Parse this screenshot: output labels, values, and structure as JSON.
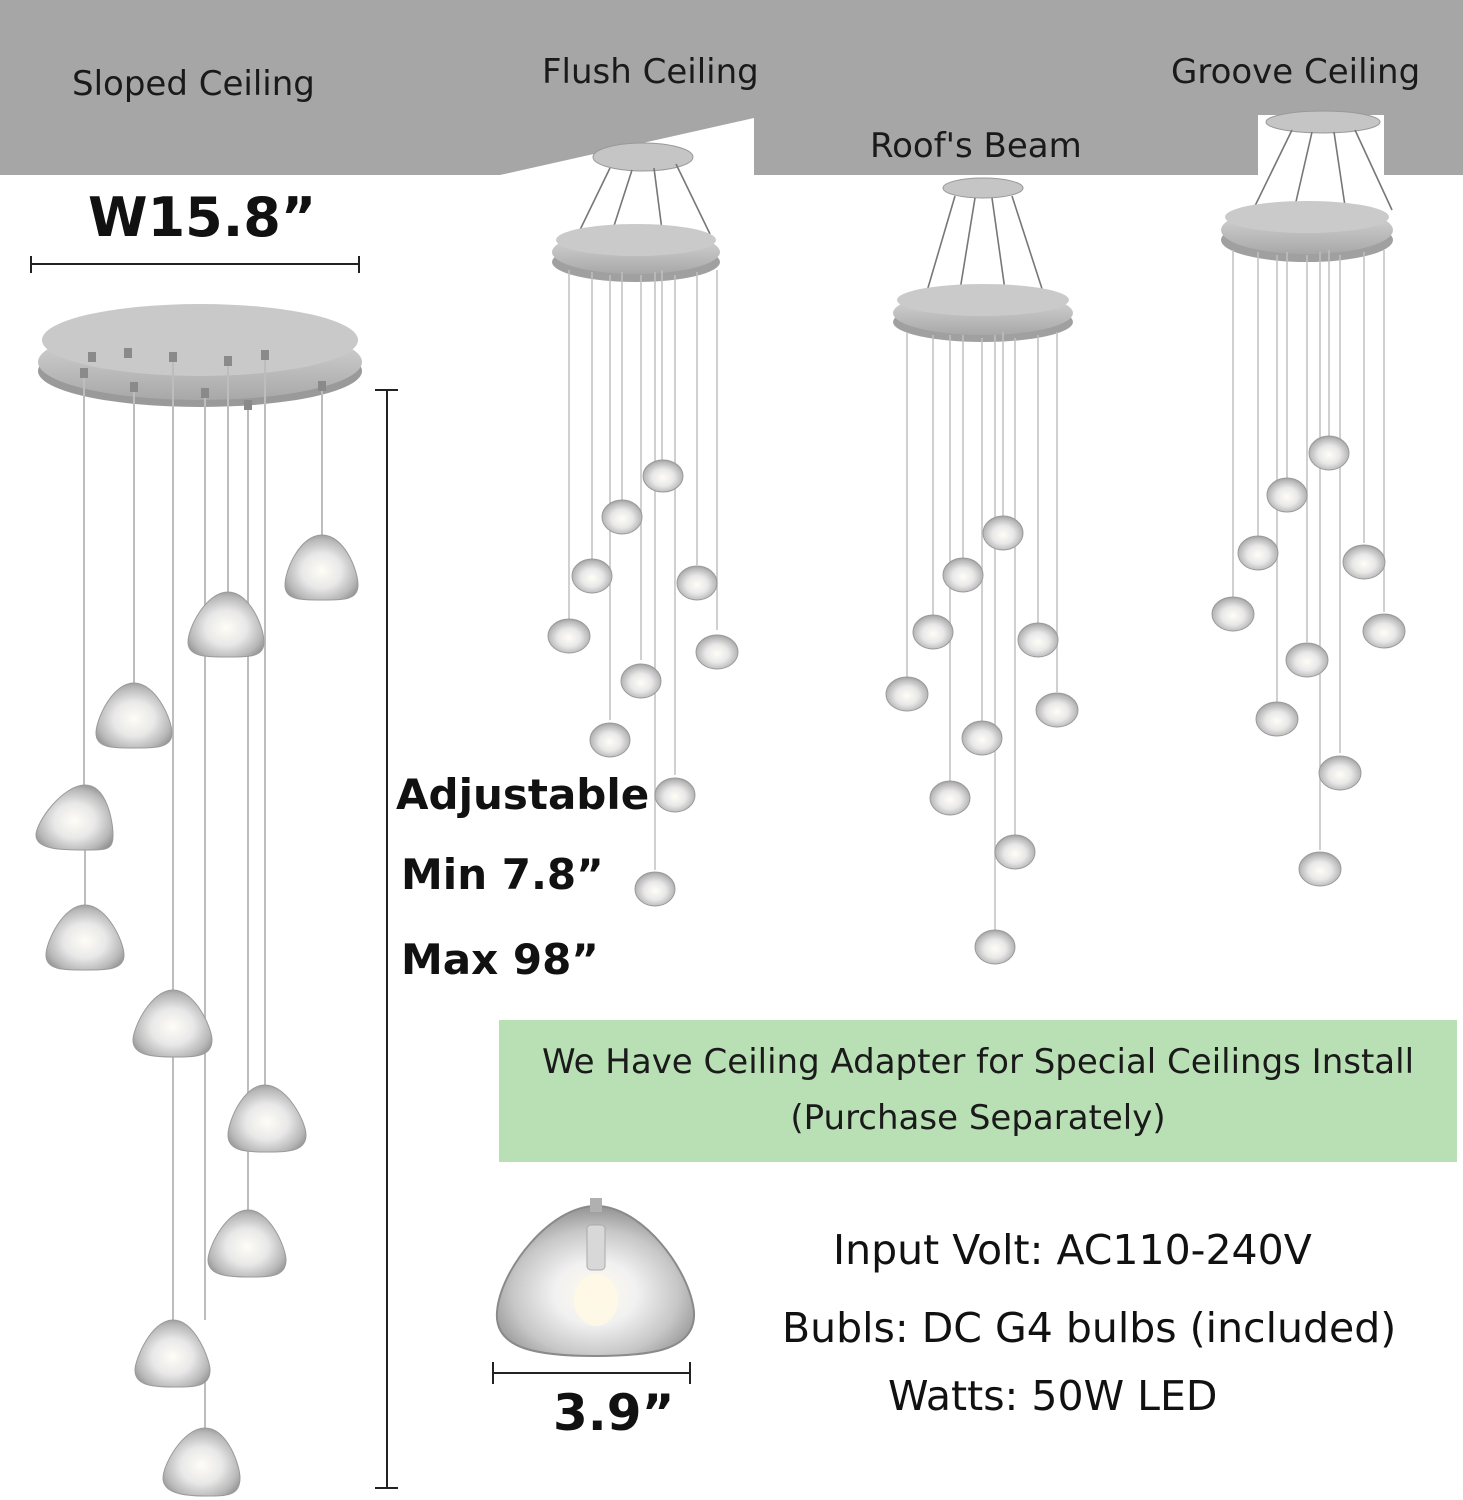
{
  "ceiling_types": {
    "sloped": "Sloped Ceiling",
    "flush": "Flush Ceiling",
    "beam": "Roof's Beam",
    "groove": "Groove Ceiling"
  },
  "dimensions": {
    "width": "W15.8”",
    "adjustable": "Adjustable",
    "min_length": "Min 7.8”",
    "max_length": "Max 98”",
    "globe_width": "3.9”"
  },
  "banner": {
    "line1": "We Have Ceiling Adapter for Special Ceilings Install",
    "line2": "(Purchase Separately)",
    "color": "#b9e0b4"
  },
  "specs": {
    "input_volt": "Input Volt: AC110-240V",
    "bulbs": "Bubls: DC G4 bulbs (included)",
    "watts": "Watts: 50W LED"
  },
  "colors": {
    "ceiling": "#a6a6a6",
    "canopy": "#c6c6c6"
  }
}
